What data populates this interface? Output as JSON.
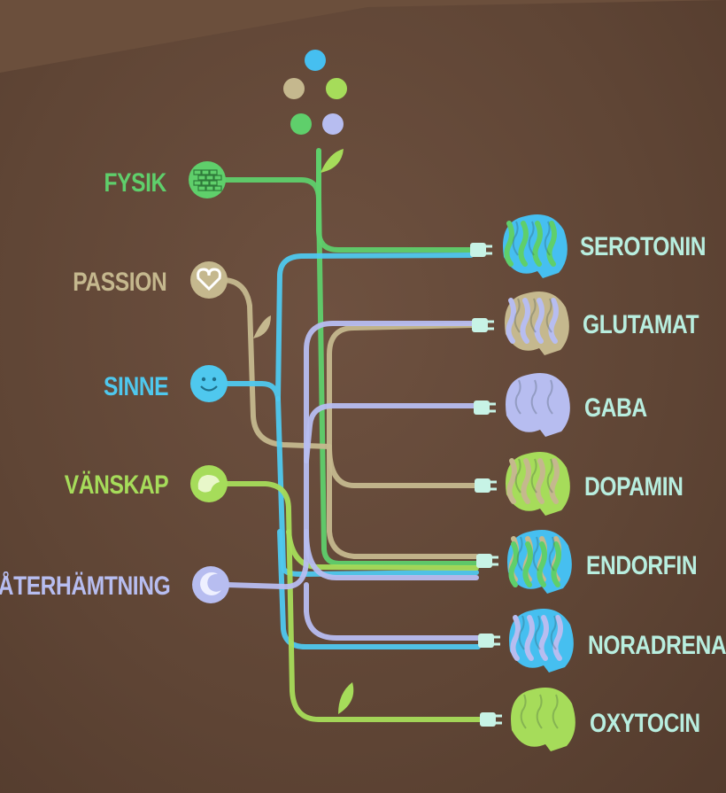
{
  "diagram": {
    "sources": [
      {
        "label": "FYSIK",
        "icon": "brick-wall-icon",
        "color": "#5fcf6b"
      },
      {
        "label": "PASSION",
        "icon": "heart-icon",
        "color": "#c5b88e"
      },
      {
        "label": "SINNE",
        "icon": "smiley-icon",
        "color": "#4fc8ee"
      },
      {
        "label": "VÄNSKAP",
        "icon": "handshake-icon",
        "color": "#a6dc5a"
      },
      {
        "label": "ÅTERHÄMTNING",
        "icon": "moon-icon",
        "color": "#b7bdf0"
      }
    ],
    "targets": [
      {
        "label": "SEROTONIN",
        "icon": "brain-icon",
        "colors": [
          "#46bff0",
          "#5fcf6b"
        ]
      },
      {
        "label": "GLUTAMAT",
        "icon": "brain-icon",
        "colors": [
          "#c5b88e",
          "#b7bdf0"
        ]
      },
      {
        "label": "GABA",
        "icon": "brain-icon",
        "colors": [
          "#b7bdf0"
        ]
      },
      {
        "label": "DOPAMIN",
        "icon": "brain-icon",
        "colors": [
          "#a6dc5a",
          "#c5b88e"
        ]
      },
      {
        "label": "ENDORFIN",
        "icon": "brain-icon",
        "colors": [
          "#46bff0",
          "#c5b88e",
          "#5fcf6b"
        ]
      },
      {
        "label": "NORADRENALIN",
        "icon": "brain-icon",
        "colors": [
          "#46bff0",
          "#b7bdf0"
        ]
      },
      {
        "label": "OXYTOCIN",
        "icon": "brain-icon",
        "colors": [
          "#a6dc5a"
        ]
      }
    ],
    "tree_dot_colors": [
      "#46bff0",
      "#c5b88e",
      "#a6dc5a",
      "#5fcf6b",
      "#b7bdf0"
    ]
  }
}
